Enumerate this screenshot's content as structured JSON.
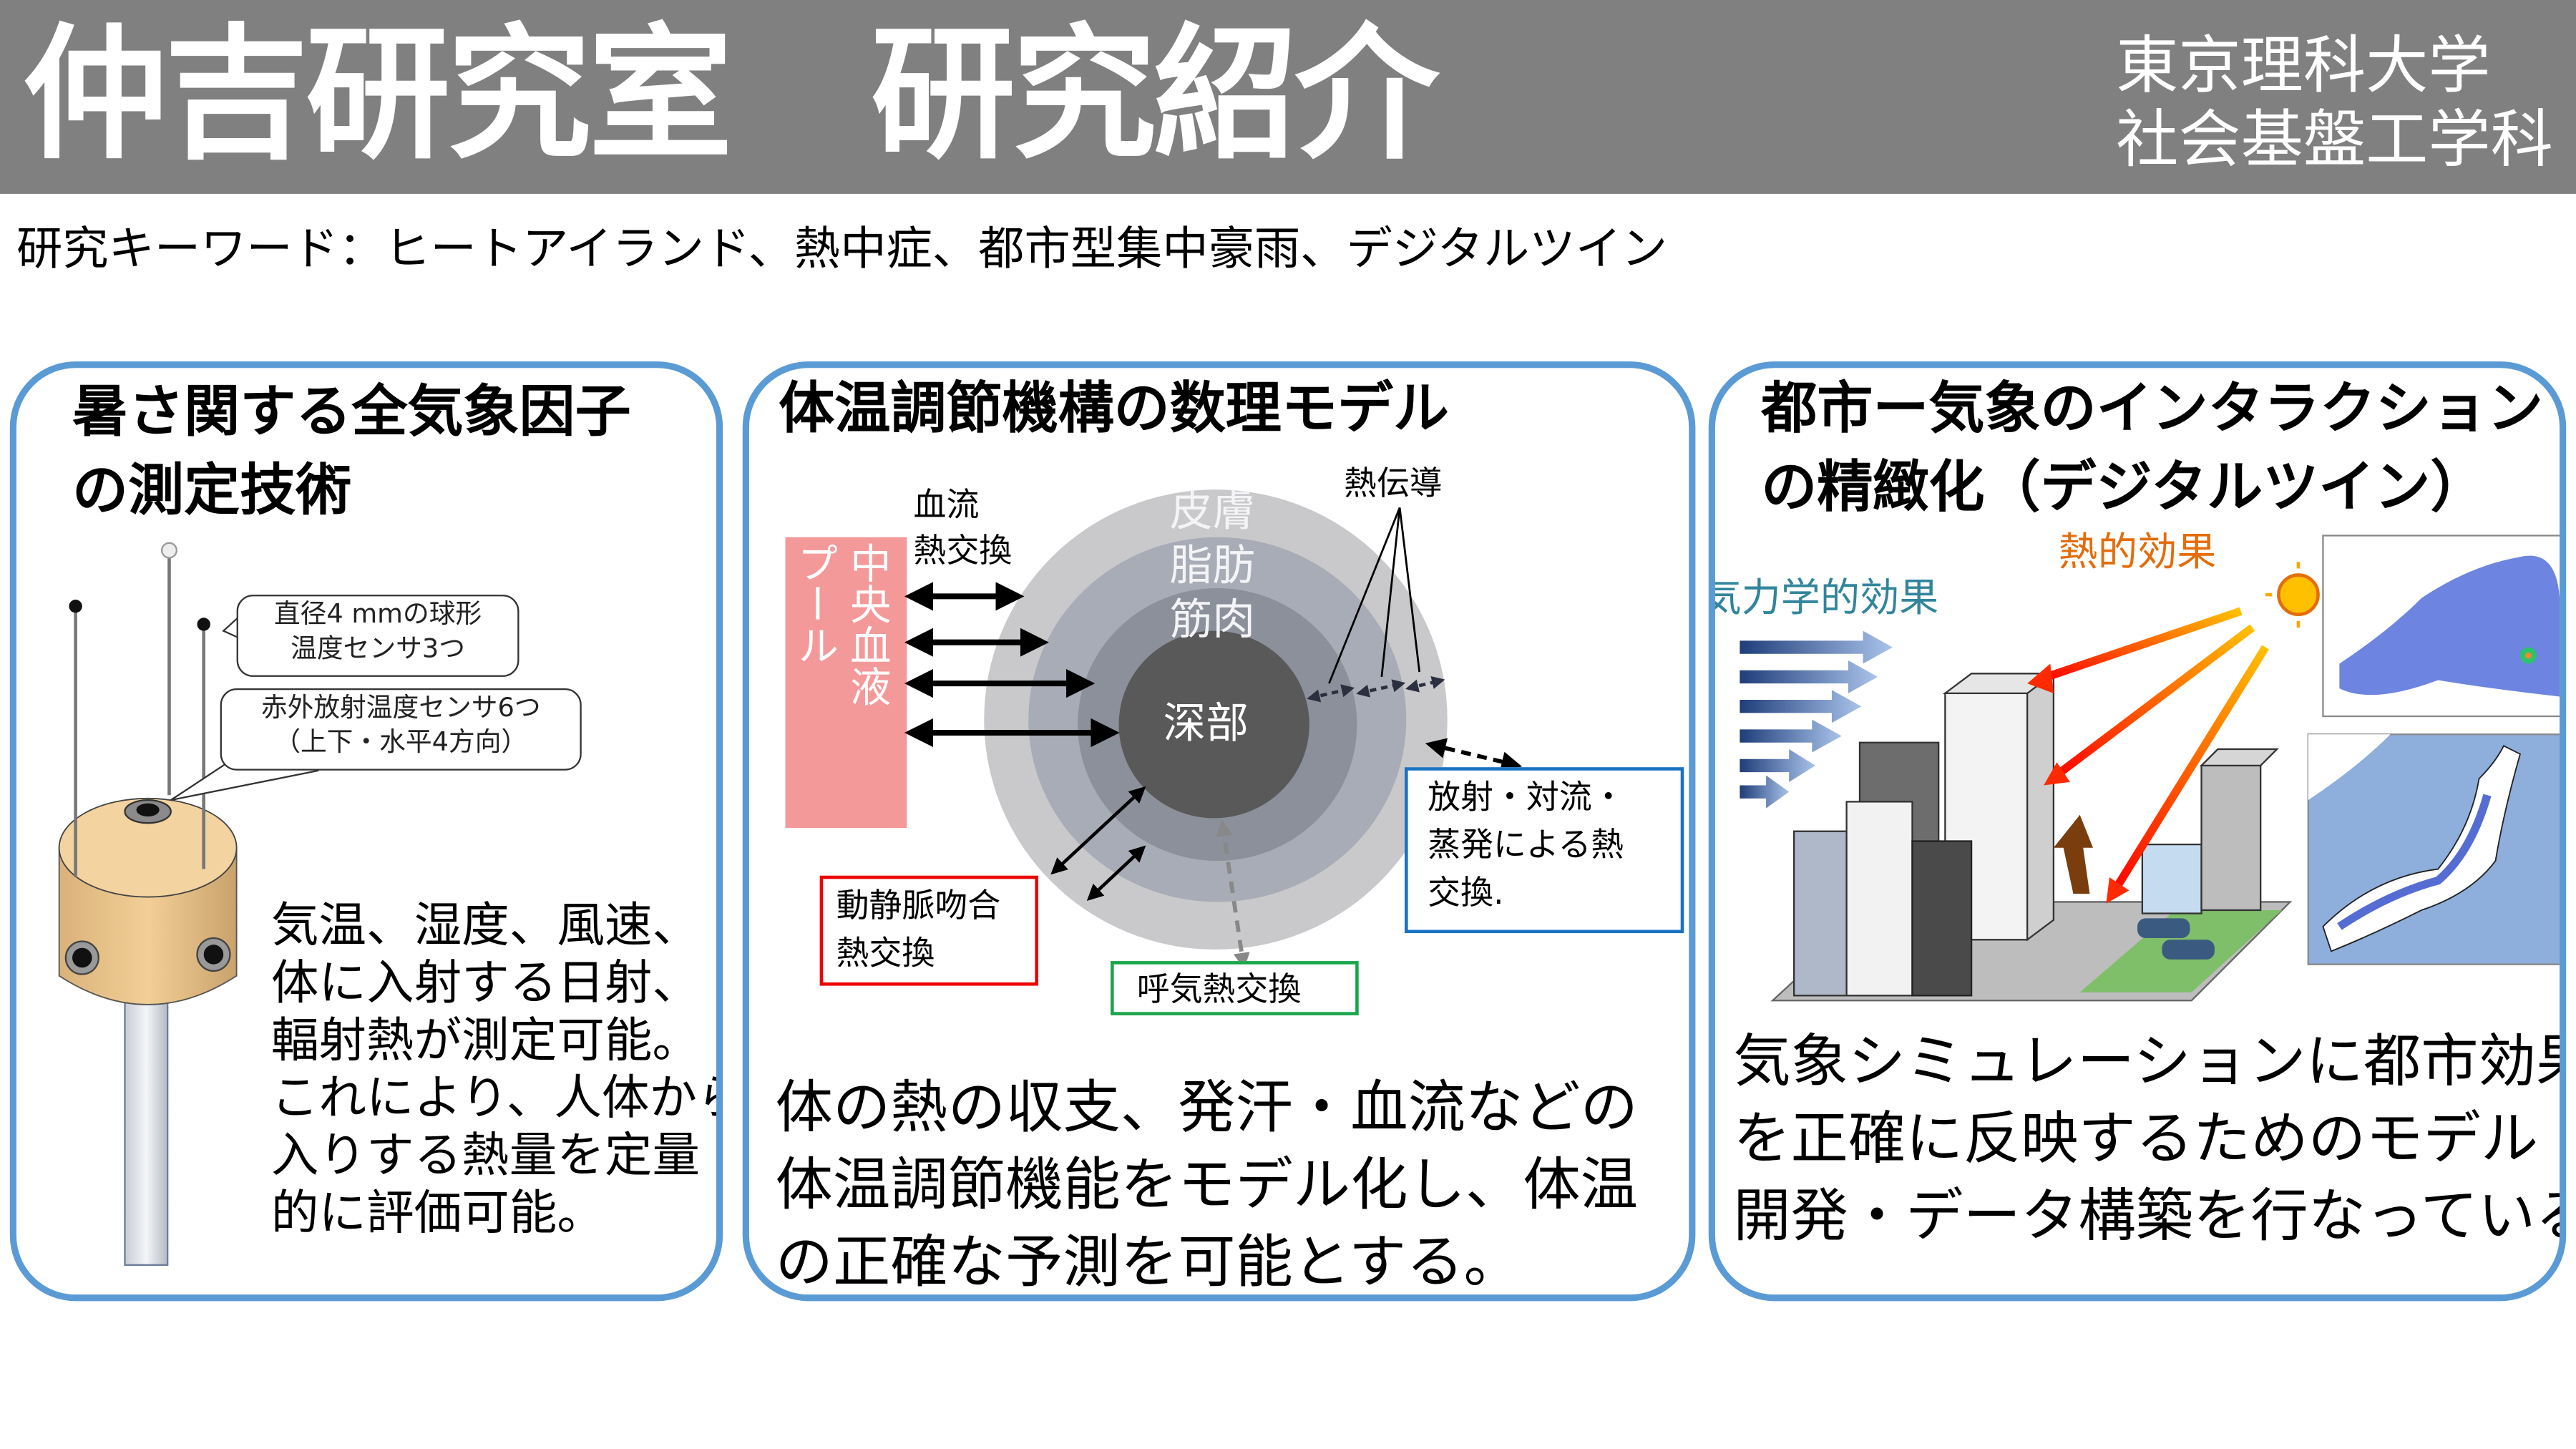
{
  "header": {
    "title": "仲吉研究室　研究紹介",
    "university": "東京理科大学",
    "department": "社会基盤工学科"
  },
  "keywords": "研究キーワード：ヒートアイランド、熱中症、都市型集中豪雨、デジタルツイン",
  "panel1": {
    "title_lines": [
      "暑さ関する全気象因子",
      "の測定技術"
    ],
    "callout1_lines": [
      "直径4 mmの球形",
      "温度センサ3つ"
    ],
    "callout2_lines": [
      "赤外放射温度センサ6つ",
      "（上下・水平4方向）"
    ],
    "body_lines": [
      "気温、湿度、風速、",
      "体に入射する日射、",
      "輻射熱が測定可能。",
      "これにより、人体から出",
      "入りする熱量を定量",
      "的に評価可能。"
    ]
  },
  "panel2": {
    "title": "体温調節機構の数理モデル",
    "pool_lines": [
      "中央血液",
      "プール"
    ],
    "blood_flow_lines": [
      "血流",
      "熱交換"
    ],
    "layers": [
      "皮膚",
      "脂肪",
      "筋肉"
    ],
    "core": "深部",
    "conduction": "熱伝導",
    "av_lines": [
      "動静脈吻合",
      "熱交換"
    ],
    "respiration": "呼気熱交換",
    "environment_lines": [
      "放射・対流・",
      "蒸発による熱",
      "交換."
    ],
    "body_lines": [
      "体の熱の収支、発汗・血流などの",
      "体温調節機能をモデル化し、体温",
      "の正確な予測を可能とする。"
    ]
  },
  "panel3": {
    "title_lines": [
      "都市ー気象のインタラクション",
      "の精緻化（デジタルツイン）"
    ],
    "thermal_label": "熱的効果",
    "aero_label": "気力学的効果",
    "body_lines": [
      "気象シミュレーションに都市効果",
      "を正確に反映するためのモデル",
      "開発・データ構築を行なっている"
    ]
  },
  "colors": {
    "header_bg": "#808080",
    "panel_border": "#5b9bd5",
    "pool": "#f4999a",
    "thermal": "#e46c0a",
    "aero": "#31859c"
  }
}
